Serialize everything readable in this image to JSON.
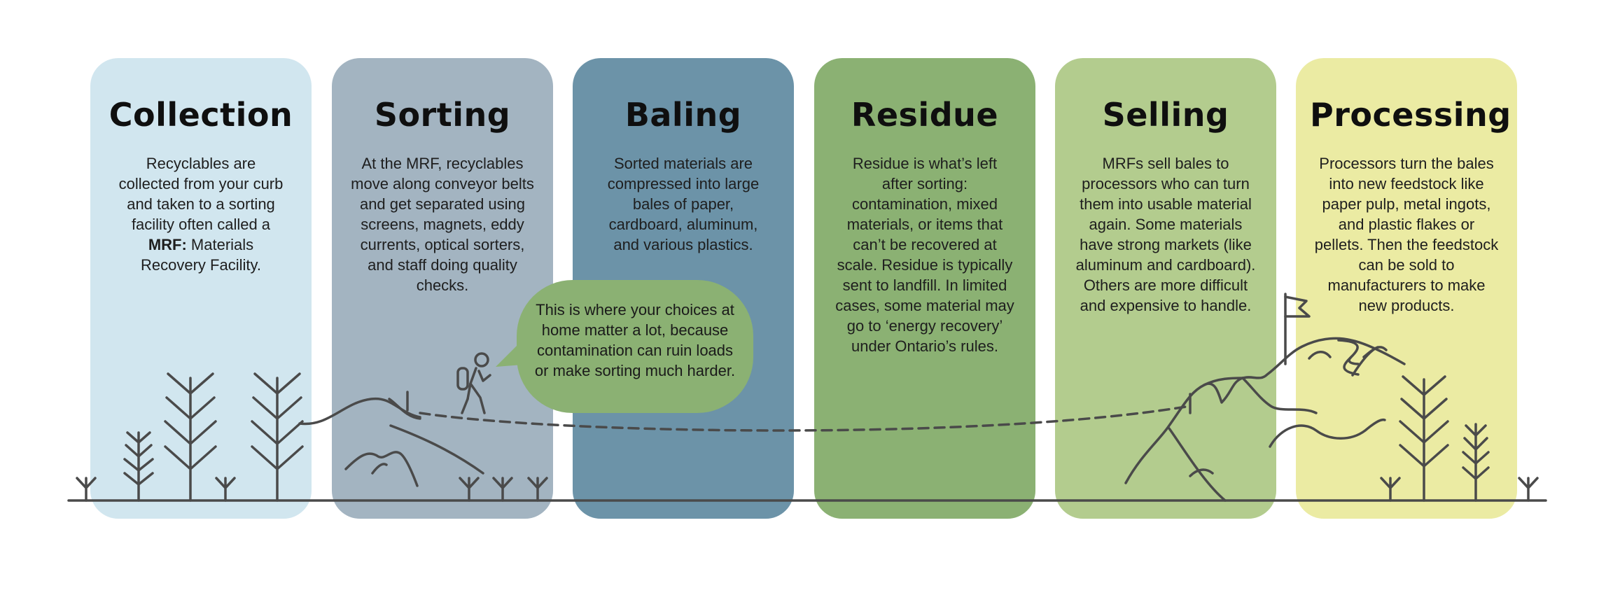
{
  "stages": [
    {
      "title": "Collection",
      "text_before": "Recyclables are collected from your curb and taken to a sorting facility often called a ",
      "text_bold": "MRF:",
      "text_after": " Materials Recovery Facility."
    },
    {
      "title": "Sorting",
      "text": "At the MRF, recyclables move along conveyor belts and get separated using screens, magnets, eddy currents, optical sorters, and staff doing quality checks."
    },
    {
      "title": "Baling",
      "text": "Sorted materials are compressed into large bales of paper, cardboard, aluminum, and various plastics."
    },
    {
      "title": "Residue",
      "text": "Residue is what’s left after sorting: contamination, mixed materials, or items that can’t be recovered at scale. Residue is typically sent to landfill. In limited cases, some material may go to ‘energy recovery’ under Ontario’s rules."
    },
    {
      "title": "Selling",
      "text": "MRFs sell bales to processors who can turn them into usable material again. Some materials have strong markets (like aluminum and cardboard). Others are more difficult and expensive to handle."
    },
    {
      "title": "Processing",
      "text": "Processors turn the bales into new feedstock like paper pulp, metal ingots, and plastic flakes or pellets. Then the feedstock can be sold to manufacturers to make new products."
    }
  ],
  "callout": {
    "text": "This is where your choices at home matter a lot, because contamination can ruin loads or make sorting much harder."
  },
  "colors": {
    "collection": "#d1e6ef",
    "sorting": "#a3b4c1",
    "baling": "#6c93a8",
    "residue": "#8bb173",
    "selling": "#b3cc8e",
    "processing": "#ebeba3",
    "line_art": "#4a4a4a"
  },
  "icons": [
    "pine-tree-icon",
    "hiker-icon",
    "mountain-icon",
    "summit-flag-icon",
    "grass-sprout-icon"
  ]
}
